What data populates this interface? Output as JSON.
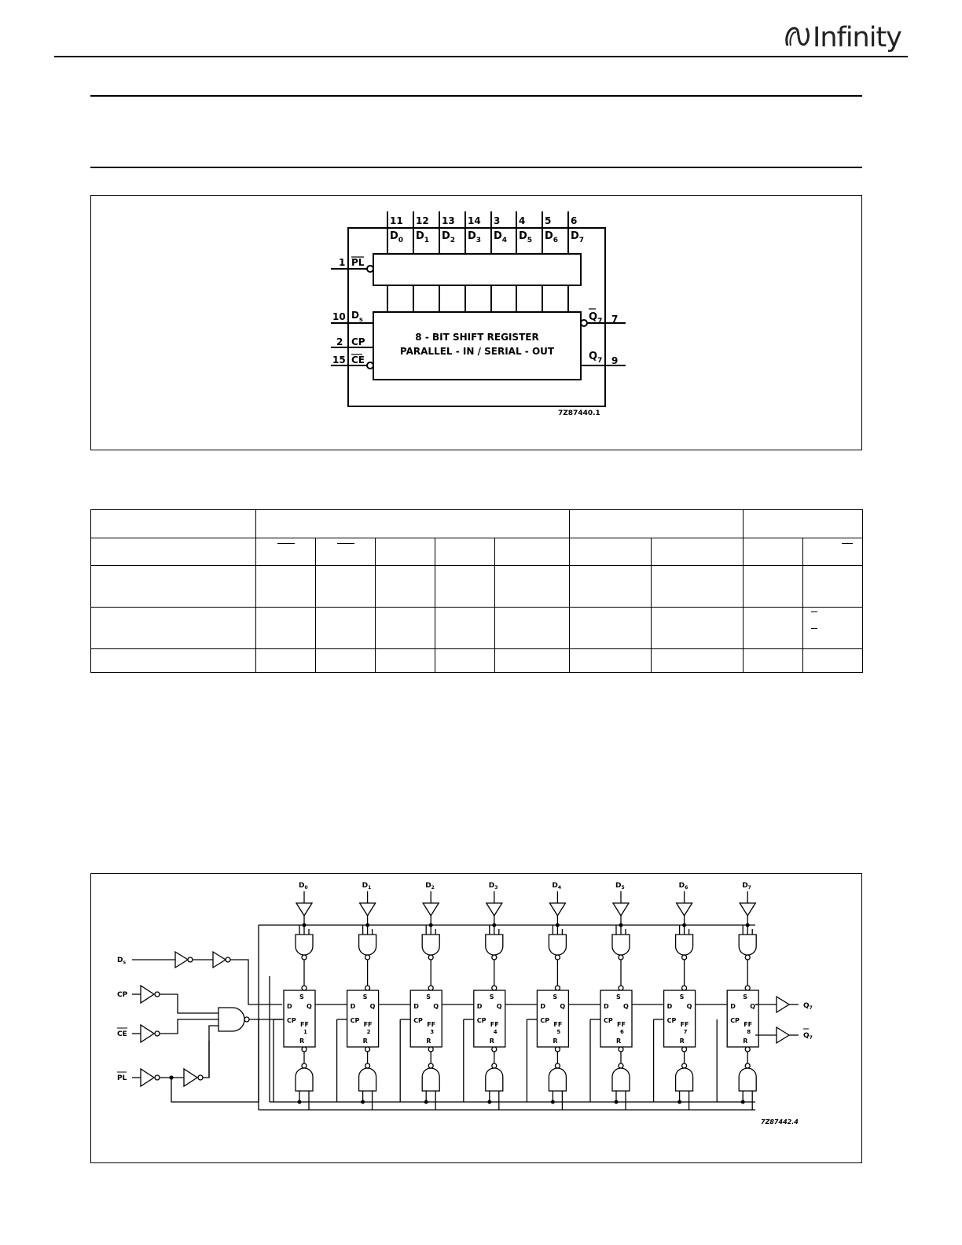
{
  "header": {
    "brand": "Infinity"
  },
  "logic_symbol": {
    "top_pins": [
      "11",
      "12",
      "13",
      "14",
      "3",
      "4",
      "5",
      "6"
    ],
    "data_inputs": [
      "0",
      "1",
      "2",
      "3",
      "4",
      "5",
      "6",
      "7"
    ],
    "pin_pl": "1",
    "pin_ds": "10",
    "pin_cp": "2",
    "pin_ce": "15",
    "pin_q7n": "7",
    "pin_q7": "9",
    "label_pl": "PL",
    "label_ds": "D",
    "label_cp": "CP",
    "label_ce": "CE",
    "label_q7": "Q",
    "block_line1": "8 - BIT SHIFT REGISTER",
    "block_line2": "PARALLEL - IN / SERIAL - OUT",
    "figure_code": "7Z87440.1"
  },
  "logic_diagram": {
    "inputs": [
      "Ds",
      "CP",
      "CE",
      "PL"
    ],
    "data_labels": [
      "D0",
      "D1",
      "D2",
      "D3",
      "D4",
      "D5",
      "D6",
      "D7"
    ],
    "ff_numbers": [
      "1",
      "2",
      "3",
      "4",
      "5",
      "6",
      "7",
      "8"
    ],
    "outputs": [
      "Q7",
      "Q7"
    ],
    "figure_code": "7Z87442.4"
  }
}
